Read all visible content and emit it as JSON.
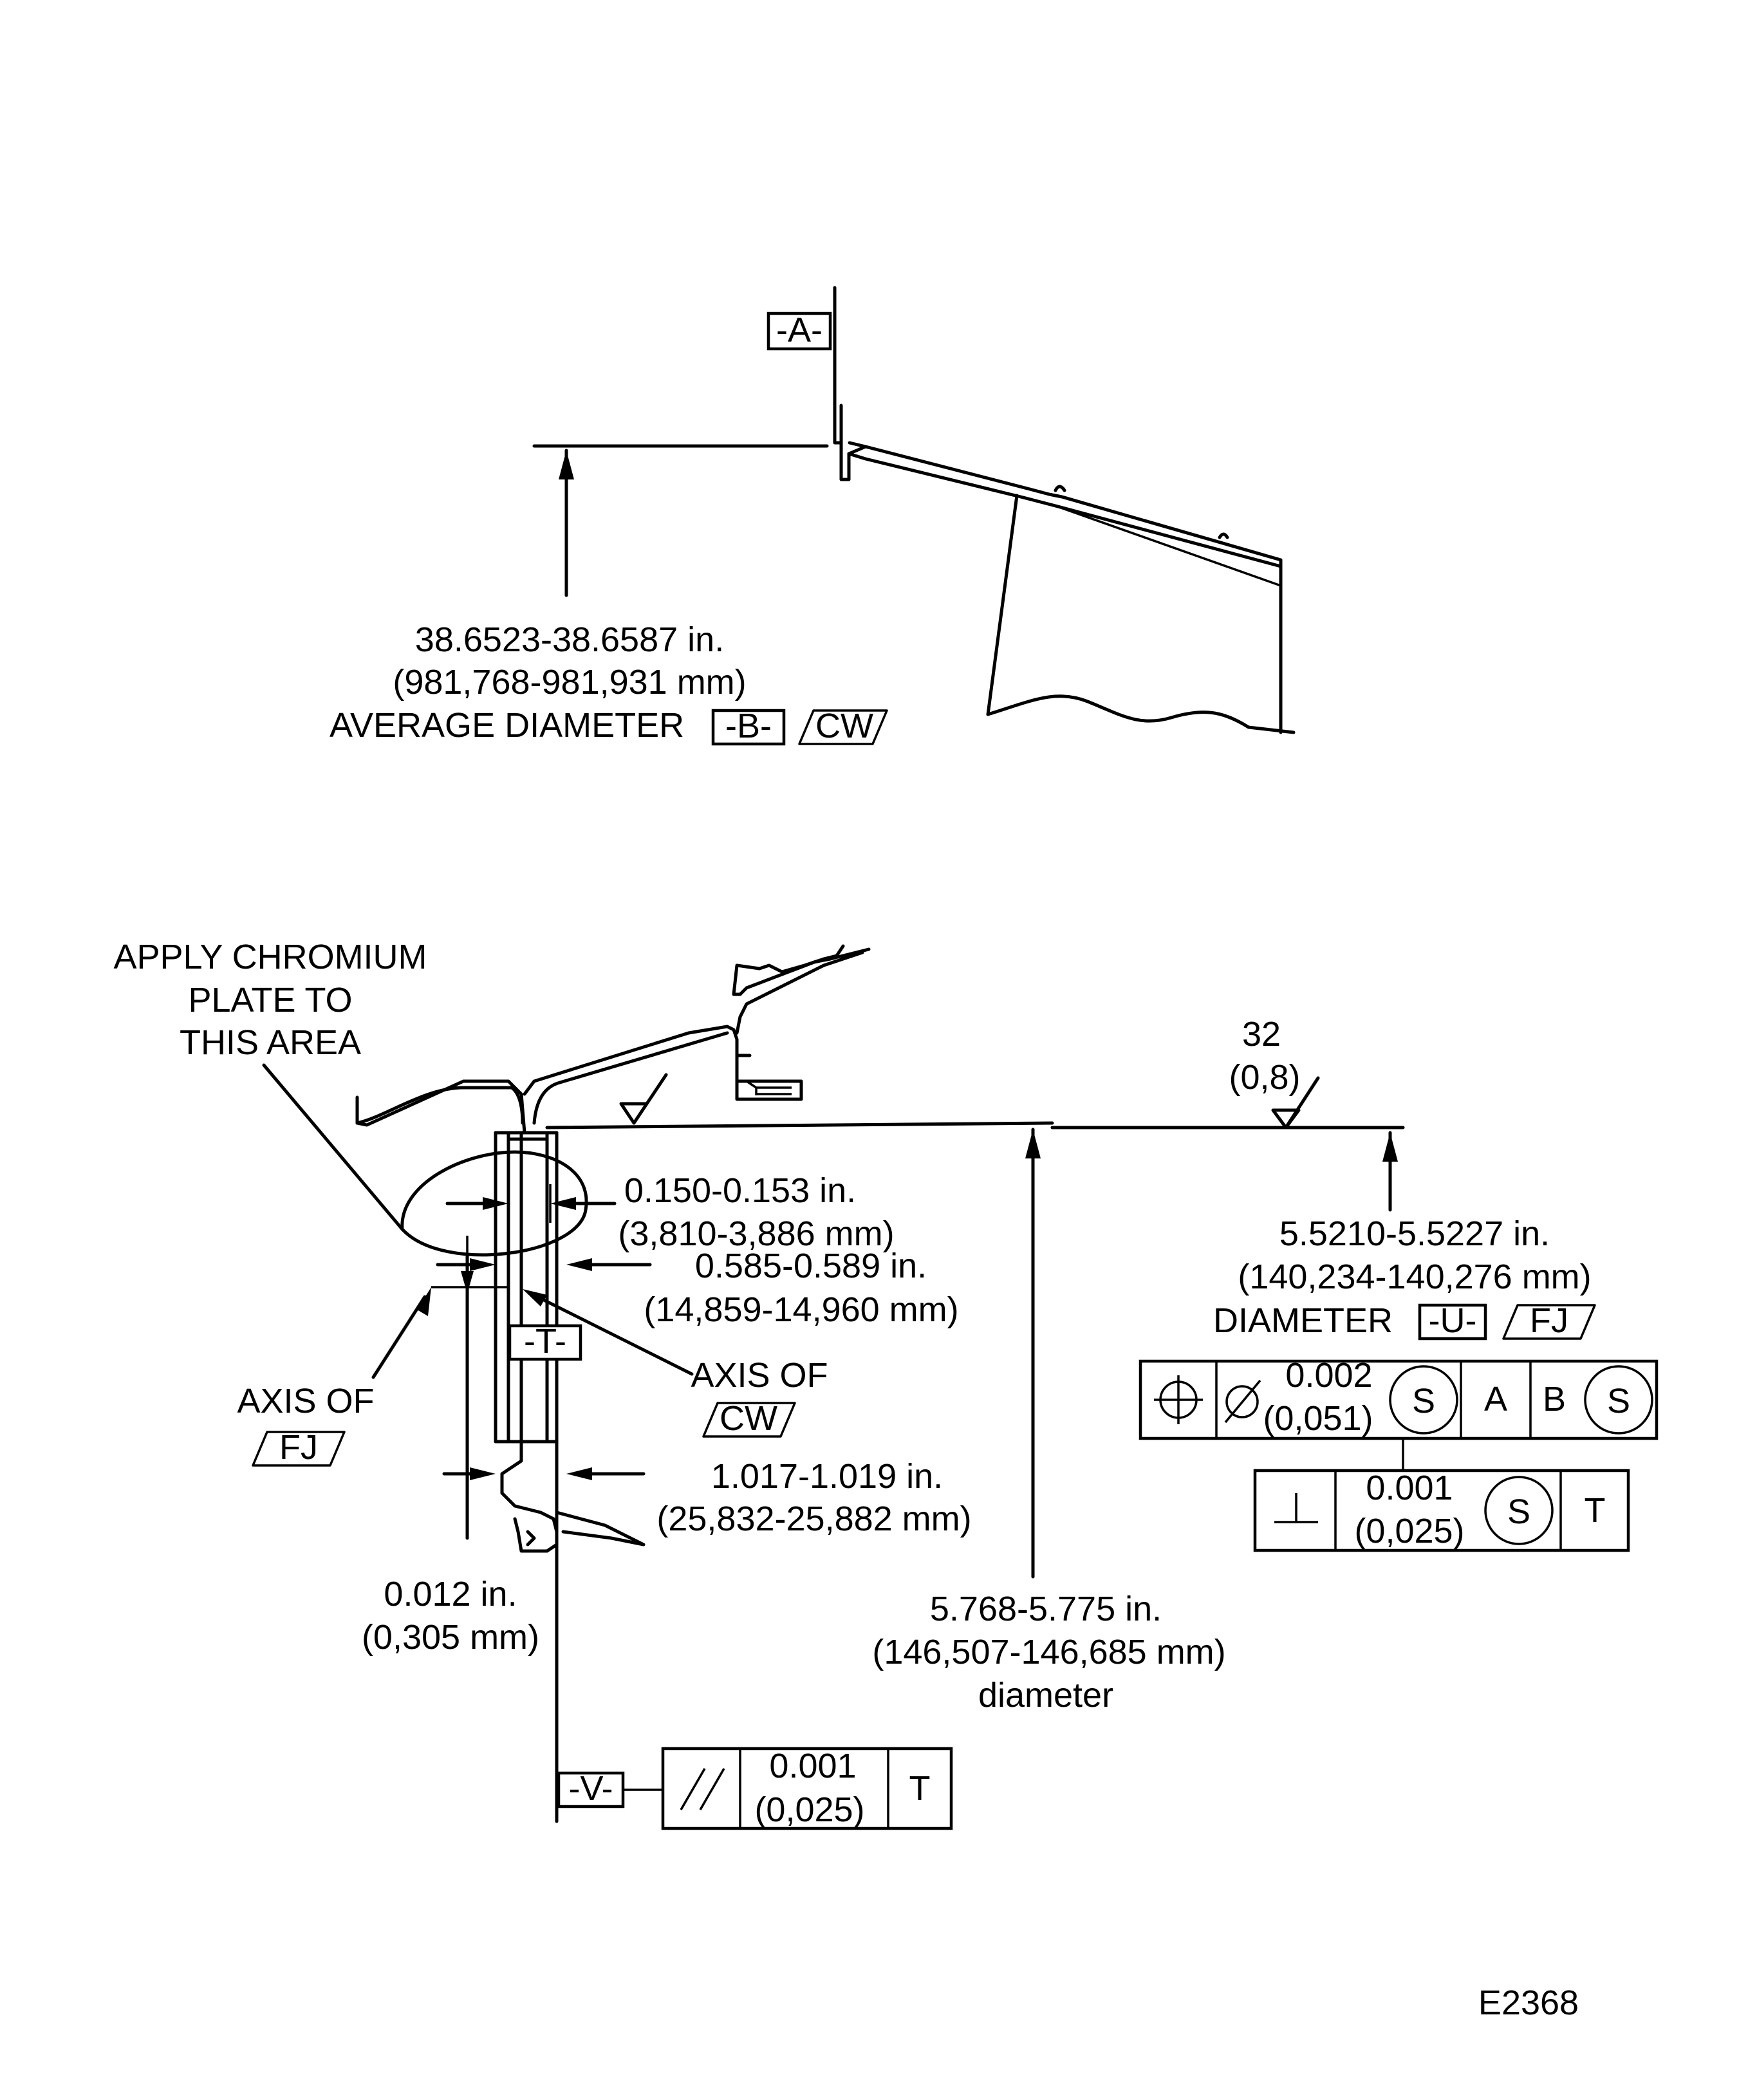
{
  "upper_view": {
    "datum_a": "-A-",
    "dim_line1": "38.6523-38.6587 in.",
    "dim_line2": "(981,768-981,931 mm)",
    "dim_label": "AVERAGE DIAMETER",
    "datum_b": "-B-",
    "ref_cw": "CW"
  },
  "lower_view": {
    "note_line1": "APPLY CHROMIUM",
    "note_line2": "PLATE TO",
    "note_line3": "THIS AREA",
    "finish_value": "32",
    "finish_metric": "(0,8)",
    "dim_width_1": "0.150-0.153 in.",
    "dim_width_1_mm": "(3,810-3,886 mm)",
    "dim_width_2": "0.585-0.589 in.",
    "dim_width_2_mm": "(14,859-14,960 mm)",
    "axis_of_cw": "AXIS OF",
    "ref_cw": "CW",
    "axis_of_fj": "AXIS OF",
    "ref_fj": "FJ",
    "datum_t": "-T-",
    "dim_width_3": "1.017-1.019 in.",
    "dim_width_3_mm": "(25,832-25,882 mm)",
    "dim_offset": "0.012 in.",
    "dim_offset_mm": "(0,305 mm)",
    "dim_diam_1": "5.768-5.775 in.",
    "dim_diam_1_mm": "(146,507-146,685 mm)",
    "dim_diam_1_label": "diameter",
    "dim_diam_2": "5.5210-5.5227 in.",
    "dim_diam_2_mm": "(140,234-140,276 mm)",
    "dim_diam_2_label": "DIAMETER",
    "datum_u": "-U-",
    "ref_fj_2": "FJ",
    "fcf_position": {
      "tol": "0.002",
      "tol_mm": "(0,051)",
      "mod1": "S",
      "datum1": "A",
      "datum2": "B",
      "mod2": "S"
    },
    "fcf_perp": {
      "tol": "0.001",
      "tol_mm": "(0,025)",
      "mod": "S",
      "datum": "T"
    },
    "datum_v": "-V-",
    "fcf_parallel": {
      "tol": "0.001",
      "tol_mm": "(0,025)",
      "datum": "T"
    }
  },
  "figure_id": "E2368"
}
